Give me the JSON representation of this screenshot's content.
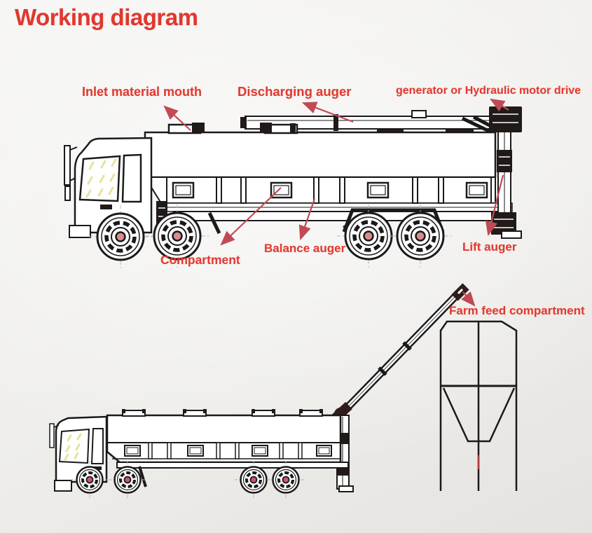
{
  "title": "Working diagram",
  "labels": {
    "inlet": "Inlet material mouth",
    "discharging": "Discharging auger",
    "generator": "generator or Hydraulic motor drive",
    "compartment": "Compartment",
    "balance": "Balance auger",
    "lift": "Lift auger",
    "farm": "Farm feed compartment"
  },
  "colors": {
    "label_red": "#e23a31",
    "arrow_red": "#c04a55",
    "drawing_line": "#1a1a1a",
    "wheel_hub_red": "#d98c8c",
    "background_top": "#f6f5f3",
    "background_bottom": "#e5e3df"
  }
}
